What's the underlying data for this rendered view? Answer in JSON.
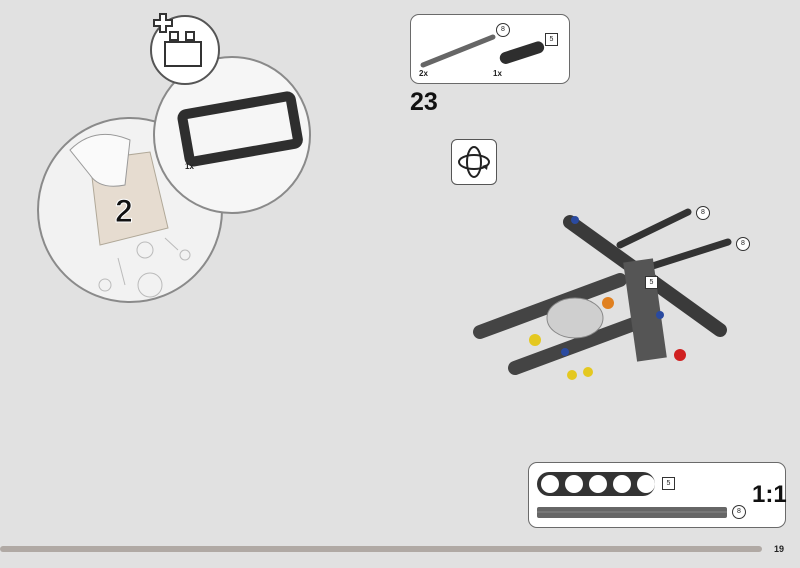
{
  "bag_step": {
    "bag_number": "2",
    "frame_quantity": "1x"
  },
  "parts_callout": {
    "items": [
      {
        "name": "axle",
        "quantity": "2x",
        "length": "8"
      },
      {
        "name": "beam",
        "quantity": "1x",
        "length": "5"
      }
    ]
  },
  "step_number": "23",
  "assembly_labels": {
    "beam_length": "5",
    "axle_lengths": [
      "8",
      "8"
    ]
  },
  "scale_box": {
    "beam_length": "5",
    "axle_length": "8",
    "scale": "1:1"
  },
  "page_number": "19",
  "colors": {
    "background": "#e1e1e1",
    "beam": "#3a3a3a",
    "progress": "#b0a9a4"
  }
}
